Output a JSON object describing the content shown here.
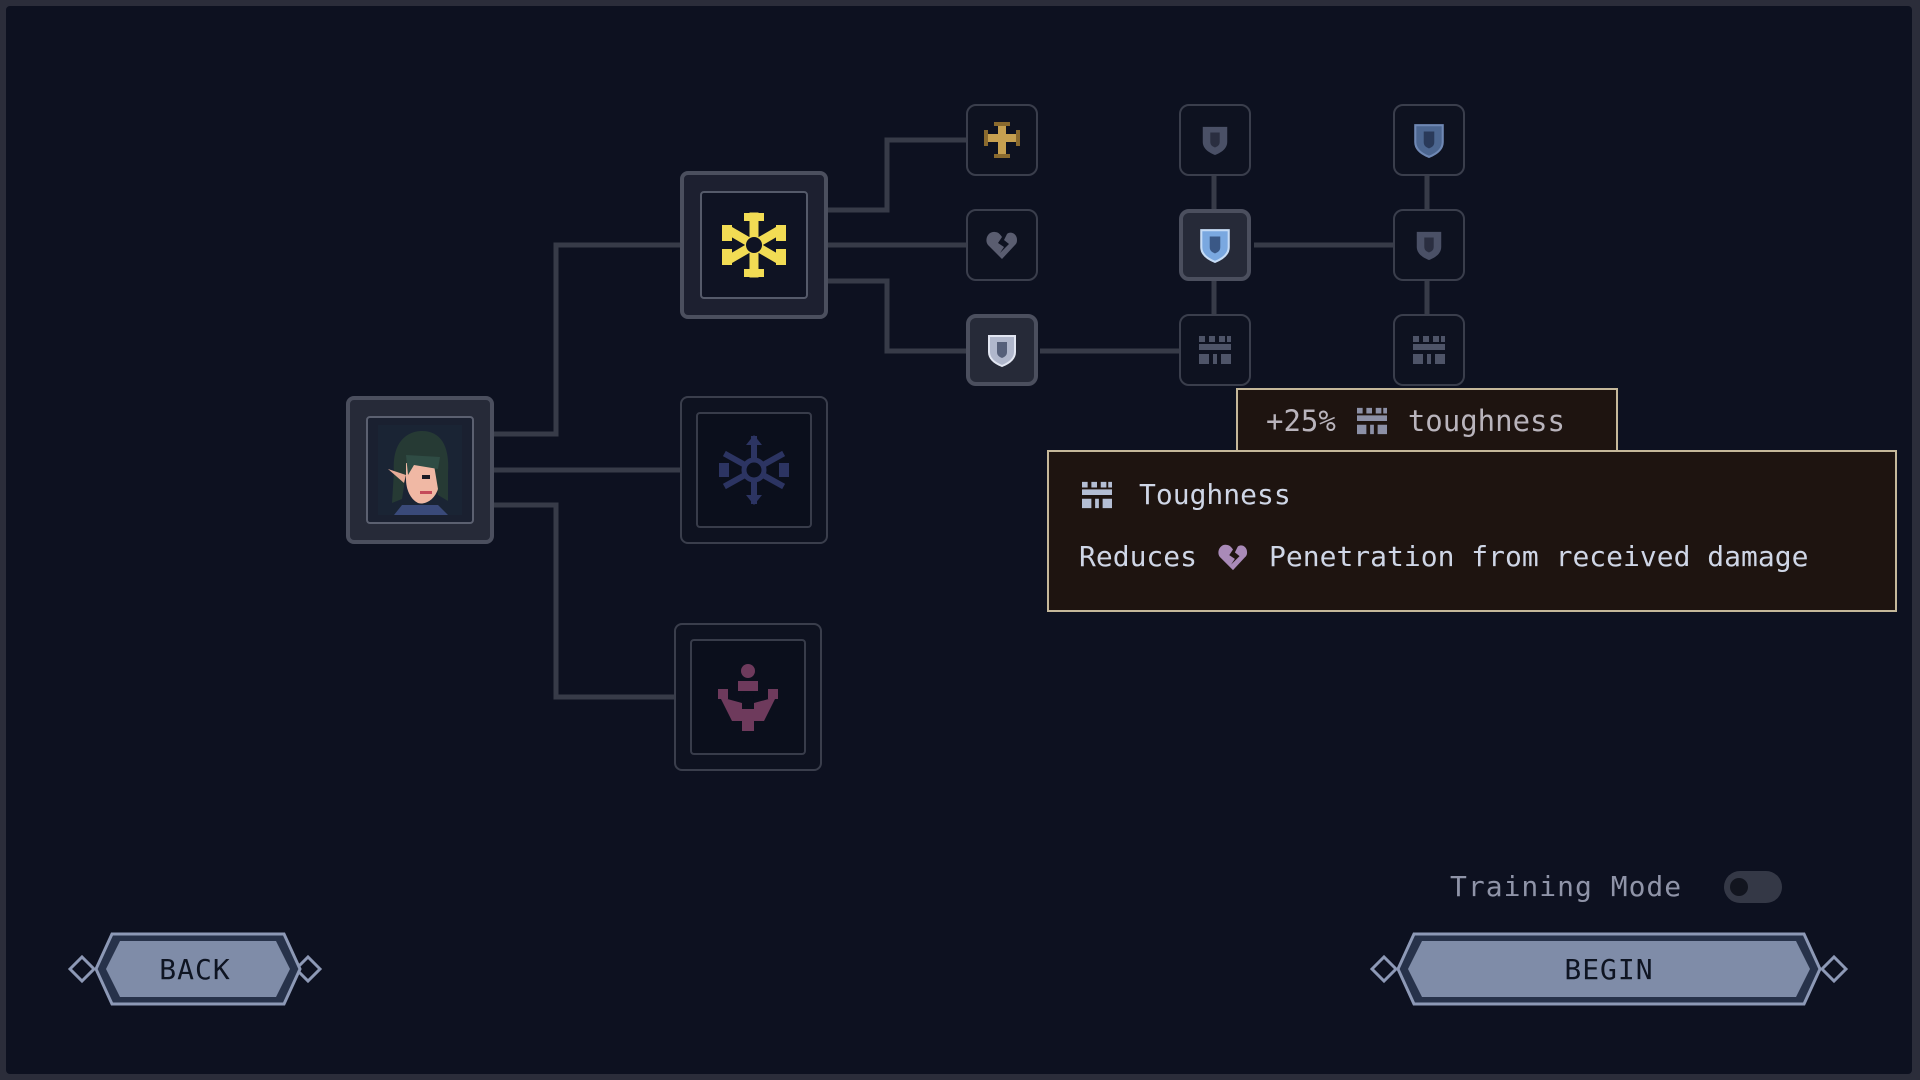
{
  "skill_tree": {
    "nodes": [
      {
        "id": "character-portrait",
        "icon": "elf-character-portrait",
        "state": "selected"
      },
      {
        "id": "frost-branch",
        "icon": "yellow-snowflake-icon",
        "state": "selected"
      },
      {
        "id": "ice-branch",
        "icon": "blue-snowflake-icon",
        "state": "locked"
      },
      {
        "id": "support-branch",
        "icon": "party-people-icon",
        "state": "locked"
      },
      {
        "id": "cross-skill",
        "icon": "cross-icon",
        "state": "available"
      },
      {
        "id": "penetration-skill",
        "icon": "broken-heart-icon",
        "state": "available"
      },
      {
        "id": "shield-skill-1",
        "icon": "shield-icon",
        "state": "selected"
      },
      {
        "id": "shield-skill-2",
        "icon": "shield-icon",
        "state": "available"
      },
      {
        "id": "shield-skill-3",
        "icon": "shield-icon",
        "state": "selected"
      },
      {
        "id": "toughness-skill-1",
        "icon": "castle-icon",
        "state": "hovered"
      },
      {
        "id": "shield-skill-4",
        "icon": "shield-icon",
        "state": "available"
      },
      {
        "id": "shield-skill-5",
        "icon": "shield-icon",
        "state": "available"
      },
      {
        "id": "toughness-skill-2",
        "icon": "castle-icon",
        "state": "available"
      }
    ]
  },
  "hover_stat": {
    "value": "+25%",
    "icon": "toughness-castle-icon",
    "stat": "toughness"
  },
  "tooltip": {
    "icon": "toughness-castle-icon",
    "title": "Toughness",
    "desc_prefix": "Reduces",
    "desc_icon": "penetration-broken-heart-icon",
    "desc_suffix": "Penetration from received damage"
  },
  "training_mode": {
    "label": "Training Mode",
    "enabled": false
  },
  "buttons": {
    "back": "BACK",
    "begin": "BEGIN"
  },
  "colors": {
    "background": "#0d1120",
    "panel_border": "#c5b89a",
    "panel_fill": "#1e1410",
    "button_fill": "#7f8ca8",
    "accent_yellow": "#f0da50"
  }
}
